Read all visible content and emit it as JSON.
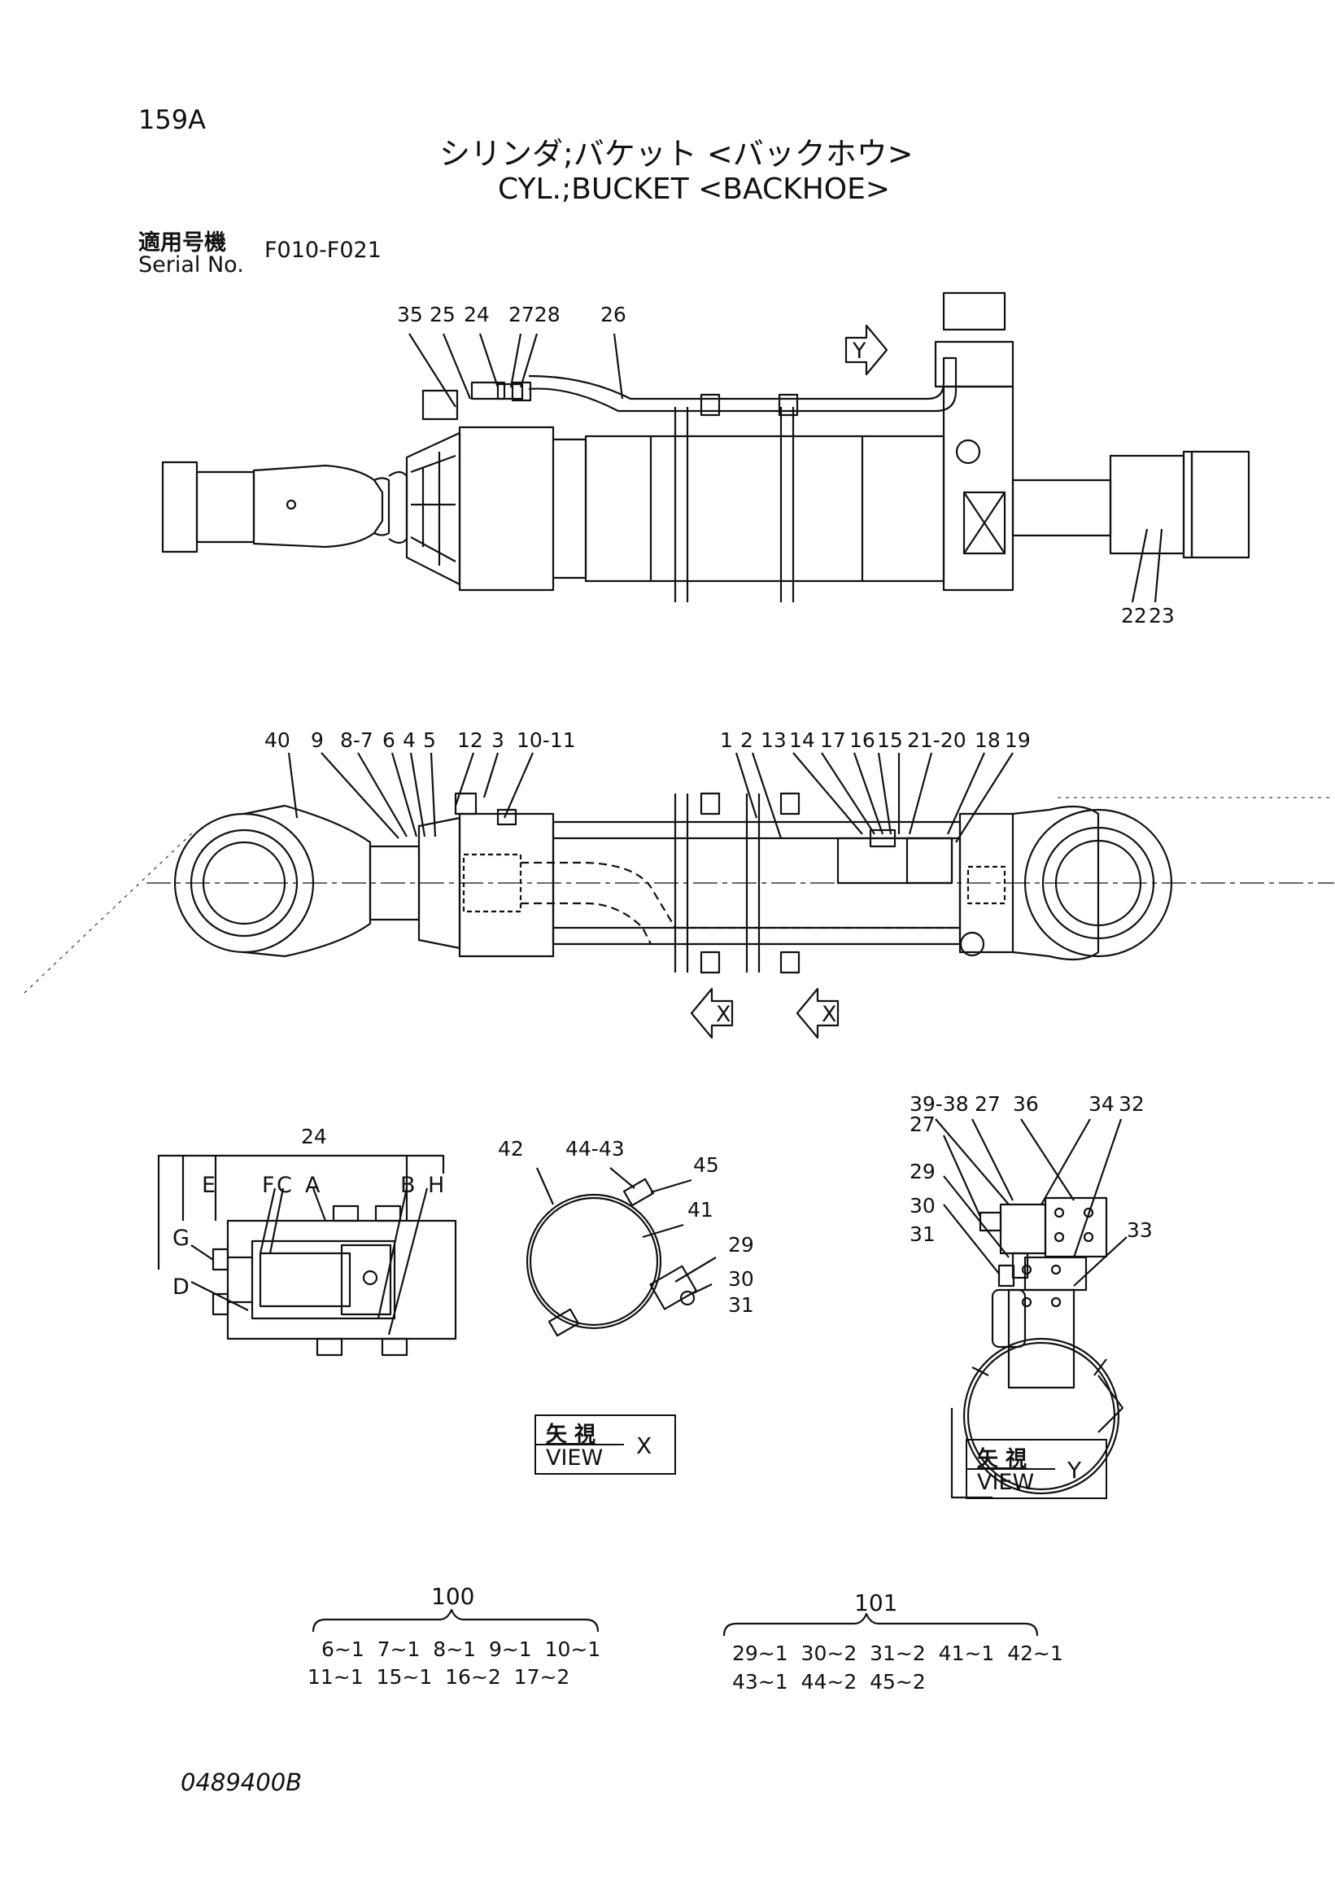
{
  "header": {
    "page_number": "159A",
    "title_jp": "シリンダ;バケット <バックホウ>",
    "title_en": "CYL.;BUCKET <BACKHOE>",
    "serial_label_jp": "適用号機",
    "serial_label_en": "Serial No.",
    "serial_range": "F010-F021"
  },
  "side_view_callouts": {
    "top_row": [
      "35",
      "25",
      "24",
      "2728",
      "26"
    ],
    "bottom_row": [
      "22",
      "23"
    ],
    "view_arrow": "Y"
  },
  "section_view_callouts": {
    "left_group": [
      "40",
      "9",
      "8-7",
      "6",
      "4",
      "5",
      "12",
      "3",
      "10-11"
    ],
    "right_group": [
      "1",
      "2",
      "13",
      "14",
      "17",
      "16",
      "15",
      "21-20",
      "18",
      "19"
    ],
    "view_arrows": [
      "X",
      "X"
    ]
  },
  "detail_24": {
    "ref": "24",
    "letters": [
      "E",
      "F",
      "C",
      "A",
      "B",
      "H",
      "G",
      "D"
    ]
  },
  "view_x": {
    "callouts": [
      "42",
      "44-43",
      "45",
      "41",
      "29",
      "30",
      "31"
    ],
    "label_jp": "矢 視",
    "label_en": "VIEW",
    "letter": "X"
  },
  "view_y": {
    "callouts": [
      "39-38",
      "27",
      "36",
      "34",
      "32",
      "27",
      "29",
      "30",
      "31",
      "33"
    ],
    "label_jp": "矢 視",
    "label_en": "VIEW",
    "letter": "Y"
  },
  "kits": [
    {
      "number": "100",
      "line1": "6~1  7~1  8~1  9~1  10~1",
      "line2": "11~1  15~1  16~2  17~2"
    },
    {
      "number": "101",
      "line1": "29~1  30~2  31~2  41~1  42~1",
      "line2": "43~1  44~2  45~2"
    }
  ],
  "footer": {
    "drawing_code": "0489400B"
  }
}
